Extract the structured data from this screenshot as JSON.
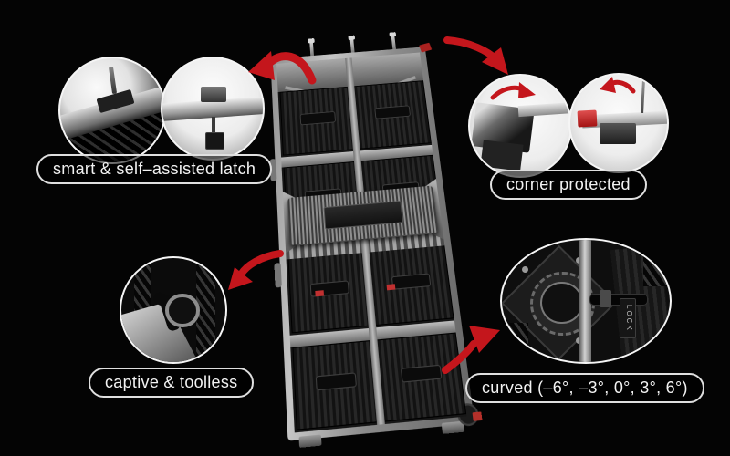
{
  "colors": {
    "background": "#040404",
    "accent_red": "#c4161c",
    "frame_gray": "#9a9a9a",
    "circle_border": "#f5f5f5",
    "label_text": "#f2f2f2"
  },
  "callouts": {
    "latch": {
      "label": "smart & self–assisted latch"
    },
    "corner": {
      "label": "corner protected"
    },
    "captive": {
      "label": "captive & toolless"
    },
    "curved": {
      "label": "curved (–6°, –3°, 0°, 3°, 6°)"
    }
  },
  "details": {
    "lock_text": "LOCK"
  }
}
